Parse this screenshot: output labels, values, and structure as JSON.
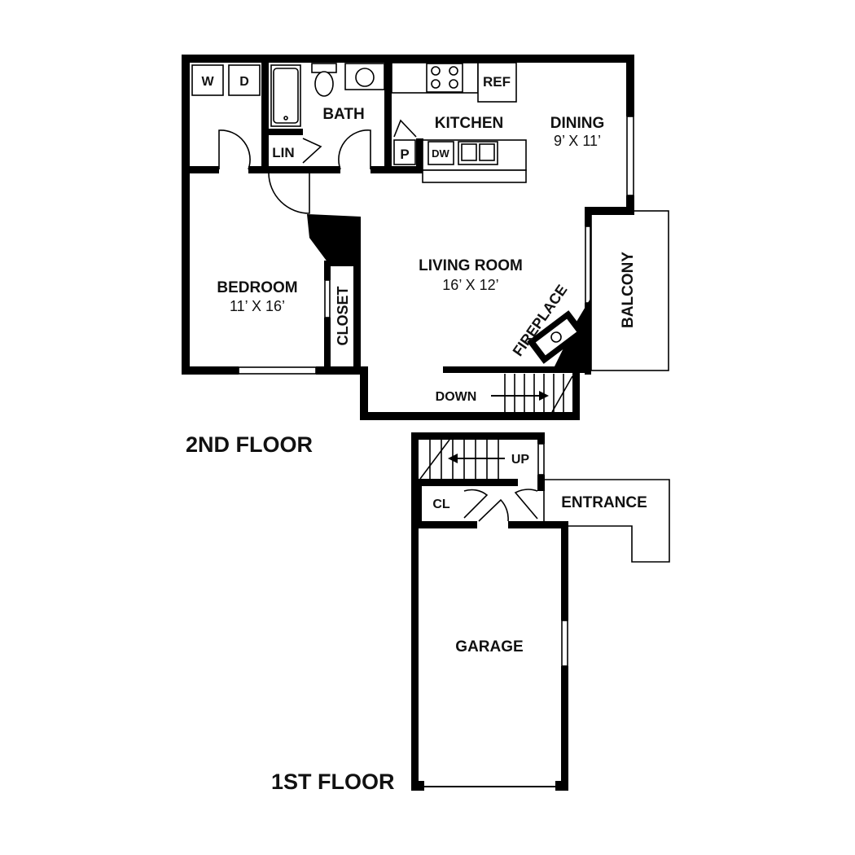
{
  "floors": {
    "second": "2ND FLOOR",
    "first": "1ST FLOOR"
  },
  "rooms": {
    "washer": "W",
    "dryer": "D",
    "bath": "BATH",
    "linen": "LIN",
    "kitchen": "KITCHEN",
    "refrigerator": "REF",
    "dishwasher": "DW",
    "pantry": "P",
    "dining": {
      "name": "DINING",
      "size": "9’ X 11’"
    },
    "bedroom": {
      "name": "BEDROOM",
      "size": "11’ X 16’"
    },
    "closet": "CLOSET",
    "living": {
      "name": "LIVING ROOM",
      "size": "16’ X 12’"
    },
    "fireplace": "FIREPLACE",
    "balcony": "BALCONY",
    "down": "DOWN",
    "up": "UP",
    "coat_closet": "CL",
    "entrance": "ENTRANCE",
    "garage": "GARAGE"
  }
}
